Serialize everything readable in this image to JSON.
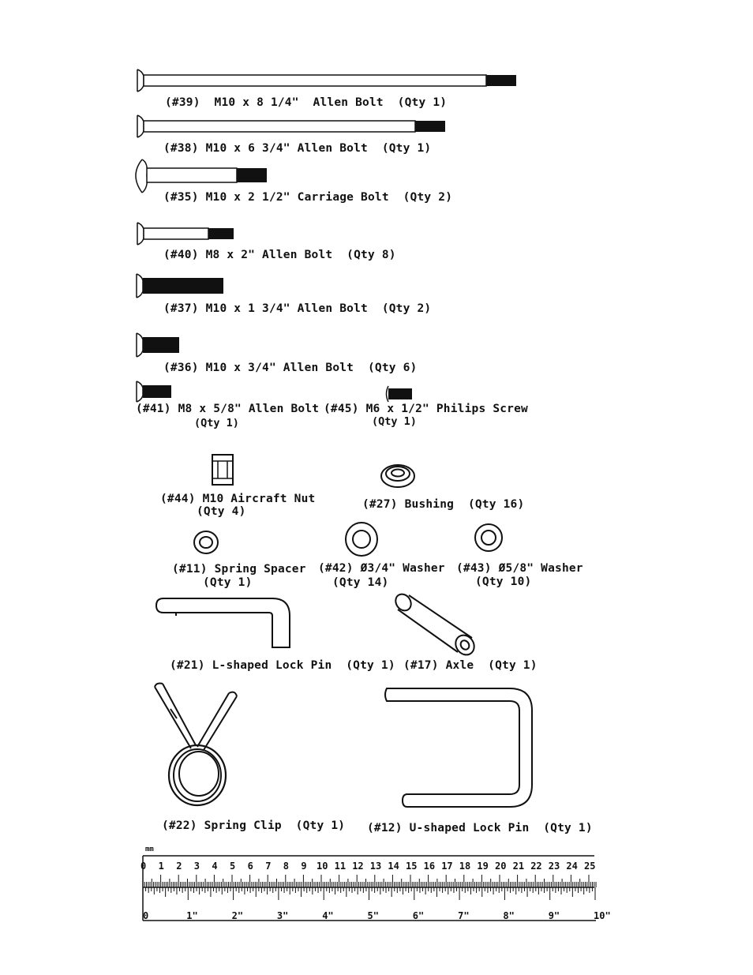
{
  "parts": [
    {
      "id": "p39",
      "label": "(#39)  M10 x 8 1/4\"  Allen Bolt  (Qty 1)"
    },
    {
      "id": "p38",
      "label": "(#38) M10 x 6 3/4\" Allen Bolt  (Qty 1)"
    },
    {
      "id": "p35",
      "label": "(#35) M10 x 2 1/2\" Carriage Bolt  (Qty 2)"
    },
    {
      "id": "p40",
      "label": "(#40) M8 x 2\" Allen Bolt  (Qty 8)"
    },
    {
      "id": "p37",
      "label": "(#37) M10 x 1 3/4\" Allen Bolt  (Qty 2)"
    },
    {
      "id": "p36",
      "label": "(#36) M10 x 3/4\" Allen Bolt  (Qty 6)"
    },
    {
      "id": "p41",
      "label": "(#41) M8 x 5/8\" Allen Bolt",
      "qty": "(Qty 1)"
    },
    {
      "id": "p45",
      "label": "(#45) M6 x 1/2\" Philips Screw",
      "qty": "(Qty 1)"
    },
    {
      "id": "p44",
      "label": "(#44) M10 Aircraft Nut",
      "qty": "(Qty 4)"
    },
    {
      "id": "p27",
      "label": "(#27) Bushing  (Qty 16)"
    },
    {
      "id": "p11",
      "label": "(#11) Spring Spacer",
      "qty": "(Qty 1)"
    },
    {
      "id": "p42",
      "label": "(#42) Ø3/4\" Washer",
      "qty": "(Qty 14)"
    },
    {
      "id": "p43",
      "label": "(#43) Ø5/8\" Washer",
      "qty": "(Qty 10)"
    },
    {
      "id": "p21",
      "label": "(#21) L-shaped Lock Pin  (Qty 1)"
    },
    {
      "id": "p17",
      "label": "(#17) Axle  (Qty 1)"
    },
    {
      "id": "p22",
      "label": "(#22) Spring Clip  (Qty 1)"
    },
    {
      "id": "p12",
      "label": "(#12) U-shaped Lock Pin  (Qty 1)"
    }
  ],
  "ruler": {
    "unit_top": "mm",
    "mm_labels": [
      "0",
      "1",
      "2",
      "3",
      "4",
      "5",
      "6",
      "7",
      "8",
      "9",
      "10",
      "11",
      "12",
      "13",
      "14",
      "15",
      "16",
      "17",
      "18",
      "19",
      "20",
      "21",
      "22",
      "23",
      "24",
      "25"
    ],
    "inch_labels": [
      "0",
      "1\"",
      "2\"",
      "3\"",
      "4\"",
      "5\"",
      "6\"",
      "7\"",
      "8\"",
      "9\"",
      "10\""
    ]
  }
}
